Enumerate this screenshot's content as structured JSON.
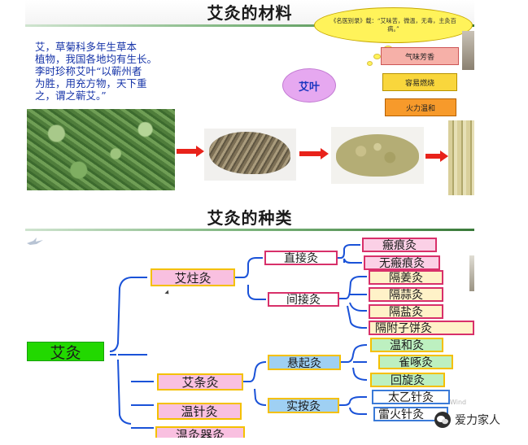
{
  "slide1": {
    "title": "艾灸的材料",
    "intro": "艾，草菊科多年生草本\n植物，我国各地均有生长。\n李时珍称艾叶“以蕲州者\n为胜，用充方物，天下重\n之，谓之蕲艾。”",
    "quote": "《名医别录》载：“艾味苦，微温，无毒，主灸百病。”",
    "leaf_label": "艾叶",
    "properties": [
      "气味芳香",
      "容易燃烧",
      "火力温和"
    ]
  },
  "slide2": {
    "title": "艾灸的种类",
    "root": "艾灸",
    "branches": [
      {
        "label": "艾炷灸",
        "children": [
          {
            "label": "直接灸",
            "children": [
              "瘢痕灸",
              "无瘢痕灸"
            ]
          },
          {
            "label": "间接灸",
            "children": [
              "隔姜灸",
              "隔蒜灸",
              "隔盐灸",
              "隔附子饼灸"
            ]
          }
        ]
      },
      {
        "label": "艾条灸",
        "children": [
          {
            "label": "悬起灸",
            "children": [
              "温和灸",
              "雀啄灸",
              "回旋灸"
            ]
          },
          {
            "label": "实按灸",
            "children": [
              "太乙针灸",
              "雷火针灸"
            ]
          }
        ]
      },
      {
        "label": "温针灸"
      },
      {
        "label": "温灸器灸"
      }
    ]
  },
  "watermark": {
    "text": "爱力家人",
    "faint_text": "Wind"
  },
  "colors": {
    "arrow": "#e8221a",
    "connector": "#1a52d8",
    "root_bg": "#22d800",
    "title_rule": "#3a7a3a"
  }
}
